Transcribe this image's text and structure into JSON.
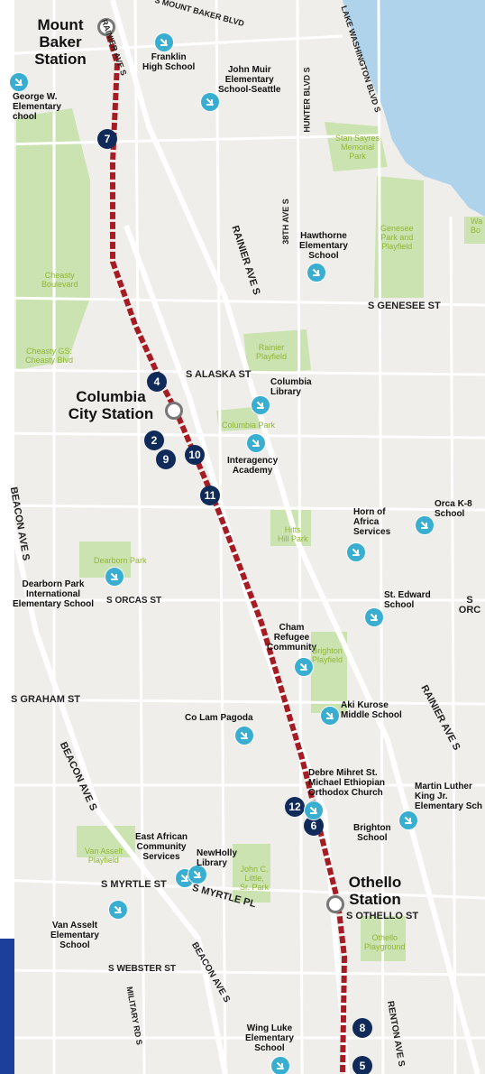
{
  "stations": [
    {
      "id": "mount-baker",
      "name": "Mount\nBaker\nStation"
    },
    {
      "id": "columbia-city",
      "name": "Columbia\nCity Station"
    },
    {
      "id": "othello",
      "name": "Othello\nStation"
    }
  ],
  "markers": [
    "7",
    "4",
    "2",
    "9",
    "10",
    "11",
    "12",
    "6",
    "8",
    "5"
  ],
  "streets": [
    "S MOUNT BAKER BLVD",
    "RAINIER AVE S",
    "LAKE WASHINGTON BLVD S",
    "HUNTER BLVD S",
    "38TH AVE S",
    "S GENESEE ST",
    "S ALASKA ST",
    "BEACON AVE S",
    "S ORCAS ST",
    "S GRAHAM ST",
    "S MYRTLE ST",
    "S MYRTLE PL",
    "S OTHELLO ST",
    "S WEBSTER ST",
    "MILITARY RD S",
    "RENTON AVE S",
    "S ORC"
  ],
  "places": [
    "Franklin\nHigh School",
    "John Muir\nElementary\nSchool-Seattle",
    "George W.\nElementary\nchool",
    "Hawthorne\nElementary\nSchool",
    "Columbia\nLibrary",
    "Interagency\nAcademy",
    "Horn of\nAfrica\nServices",
    "Orca K-8\nSchool",
    "Dearborn Park\nInternational\nElementary School",
    "St. Edward\nSchool",
    "Cham\nRefugee\nCommunity",
    "Aki Kurose\nMiddle School",
    "Co Lam Pagoda",
    "Debre Mihret St.\nMichael Ethiopian\nOrthodox Church",
    "Martin Luther\nKing Jr.\nElementary Sch",
    "Brighton\nSchool",
    "East African\nCommunity\nServices",
    "NewHolly\nLibrary",
    "Van Asselt\nElementary\nSchool",
    "Wing Luke\nElementary\nSchool"
  ],
  "parks": [
    "Stan Sayres\nMemorial\nPark",
    "Genesee\nPark and\nPlayfield",
    "Cheasty\nBoulevard",
    "Cheasty GS:\nCheasty Blvd",
    "Rainier\nPlayfield",
    "Columbia Park",
    "Hitts\nHill Park",
    "Dearborn Park",
    "Brighton\nPlayfield",
    "Van Asselt\nPlayfield",
    "John C.\nLittle,\nSr. Park",
    "Othello\nPlayground",
    "Wa\nBo"
  ],
  "colors": {
    "water": "#aed3ea",
    "park": "#cbe3b0",
    "route": "#a51c24",
    "marker": "#102a5a",
    "school": "#3aaed0",
    "road": "#ffffff"
  }
}
